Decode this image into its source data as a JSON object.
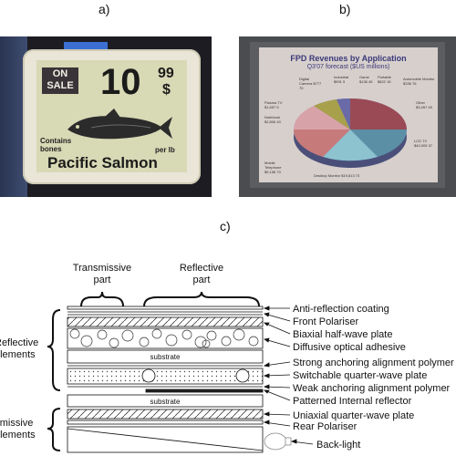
{
  "panels": {
    "a": "a)",
    "b": "b)",
    "c": "c)"
  },
  "photo_a": {
    "on_sale": "ON SALE",
    "price_main": "10",
    "price_cents": "99",
    "price_dollar": "$",
    "contains": "Contains bones",
    "per_lb": "per lb",
    "name": "Pacific Salmon"
  },
  "photo_b": {
    "title": "FPD Revenues by Application",
    "subtitle": "Q3'07 forecast ($US millions)",
    "labels": [
      "Digital Camera $777 75",
      "Industrial $591 5",
      "Game $136 45",
      "Portable $822 18",
      "Automobile Monitor $336 76",
      "Other $3,457 45",
      "LCD TV $40,005 37",
      "Plasma TV $1,657 5",
      "Notebook $2,806 40",
      "Mobile Telephone $5,158 70",
      "Desktop Monitor $19,813 73"
    ]
  },
  "diagram": {
    "part_transmissive": [
      "Transmissive",
      "part"
    ],
    "part_reflective": [
      "Reflective",
      "part"
    ],
    "substrate": "substrate",
    "group_reflective": [
      "Reflective",
      "elements"
    ],
    "group_transmissive": [
      "Transmissive",
      "elements"
    ],
    "layers": [
      "Anti-reflection coating",
      "Front Polariser",
      "Biaxial half-wave plate",
      "Diffusive optical adhesive",
      "Strong anchoring alignment polymer",
      "Switchable quarter-wave plate",
      "Weak anchoring alignment polymer",
      "Patterned Internal reflector",
      "Uniaxial quarter-wave plate",
      "Rear Polariser",
      "Back-light"
    ]
  }
}
